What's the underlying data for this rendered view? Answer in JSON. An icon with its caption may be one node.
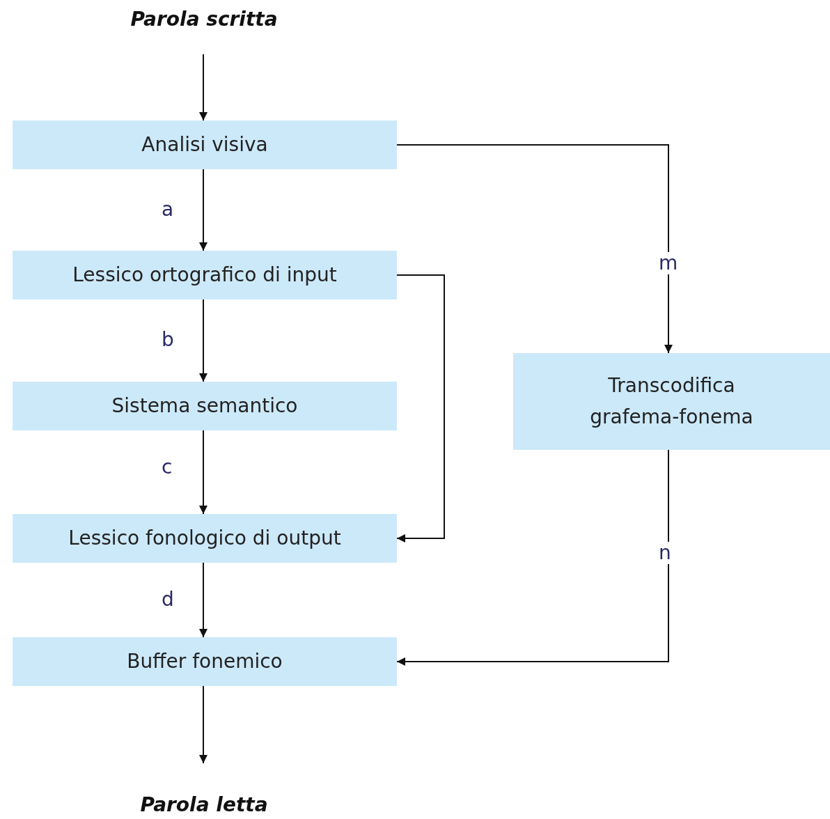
{
  "diagram": {
    "nodes": [
      {
        "text": [
          "Parola scritta"
        ]
      },
      {
        "text": [
          "Analisi visiva"
        ]
      },
      {
        "text": [
          "Lessico ortografico di input"
        ]
      },
      {
        "text": [
          "Sistema semantico"
        ]
      },
      {
        "text": [
          "Lessico fonologico di output"
        ]
      },
      {
        "text": [
          "Buffer fonemico"
        ]
      },
      {
        "text": [
          "Transcodifica grafema-fonema"
        ]
      },
      {
        "text": [
          "Parola letta"
        ]
      }
    ],
    "edges": [
      {
        "from": 0,
        "to": 1,
        "arrow": "to"
      },
      {
        "from": 1,
        "to": 2,
        "arrow": "to",
        "label": "a"
      },
      {
        "from": 2,
        "to": 3,
        "arrow": "to",
        "label": "b"
      },
      {
        "from": 3,
        "to": 4,
        "arrow": "to",
        "label": "c"
      },
      {
        "from": 4,
        "to": 5,
        "arrow": "to",
        "label": "d"
      },
      {
        "from": 5,
        "to": 7,
        "arrow": "to"
      },
      {
        "from": 1,
        "to": 6,
        "arrow": "to",
        "label": "m"
      },
      {
        "from": 2,
        "to": 4,
        "arrow": "to"
      },
      {
        "from": 6,
        "to": 5,
        "arrow": "to",
        "label": "n"
      }
    ]
  }
}
